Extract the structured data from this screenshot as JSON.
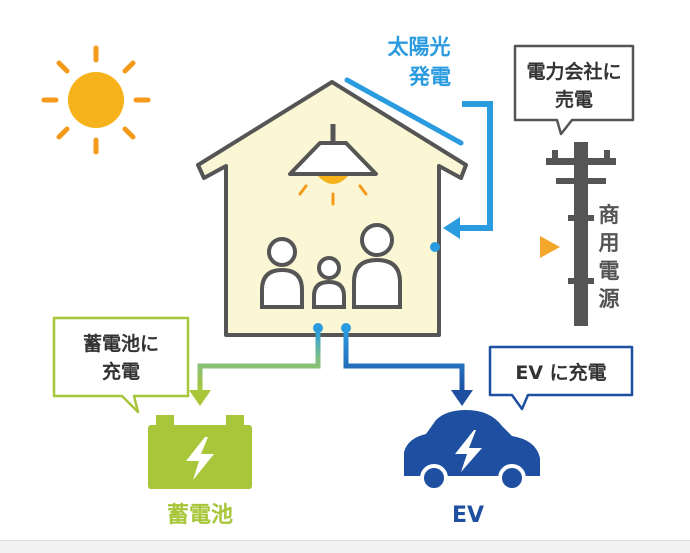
{
  "labels": {
    "solar": [
      "太陽光",
      "発電"
    ],
    "utility_callout": [
      "電力会社に",
      "売電"
    ],
    "grid_power": [
      "商",
      "用",
      "電",
      "源"
    ],
    "battery_callout": [
      "蓄電池に",
      "充電"
    ],
    "battery": "蓄電池",
    "ev_callout": "EV に充電",
    "ev": "EV"
  },
  "icons": [
    "sun-icon",
    "house-icon",
    "ceiling-lamp-icon",
    "family-icon",
    "utility-pole-icon",
    "battery-icon",
    "electric-car-icon",
    "lightning-bolt-icon"
  ],
  "colors": {
    "sun": "#f6b21a",
    "sun_rays": "#f59b1c",
    "house_fill": "#fbf6d3",
    "outline": "#555555",
    "solar_blue": "#2b9be0",
    "battery_green": "#a8c63a",
    "ev_navy": "#1e4fa0",
    "export_orange": "#f3a72a",
    "pole_gray": "#555555"
  }
}
